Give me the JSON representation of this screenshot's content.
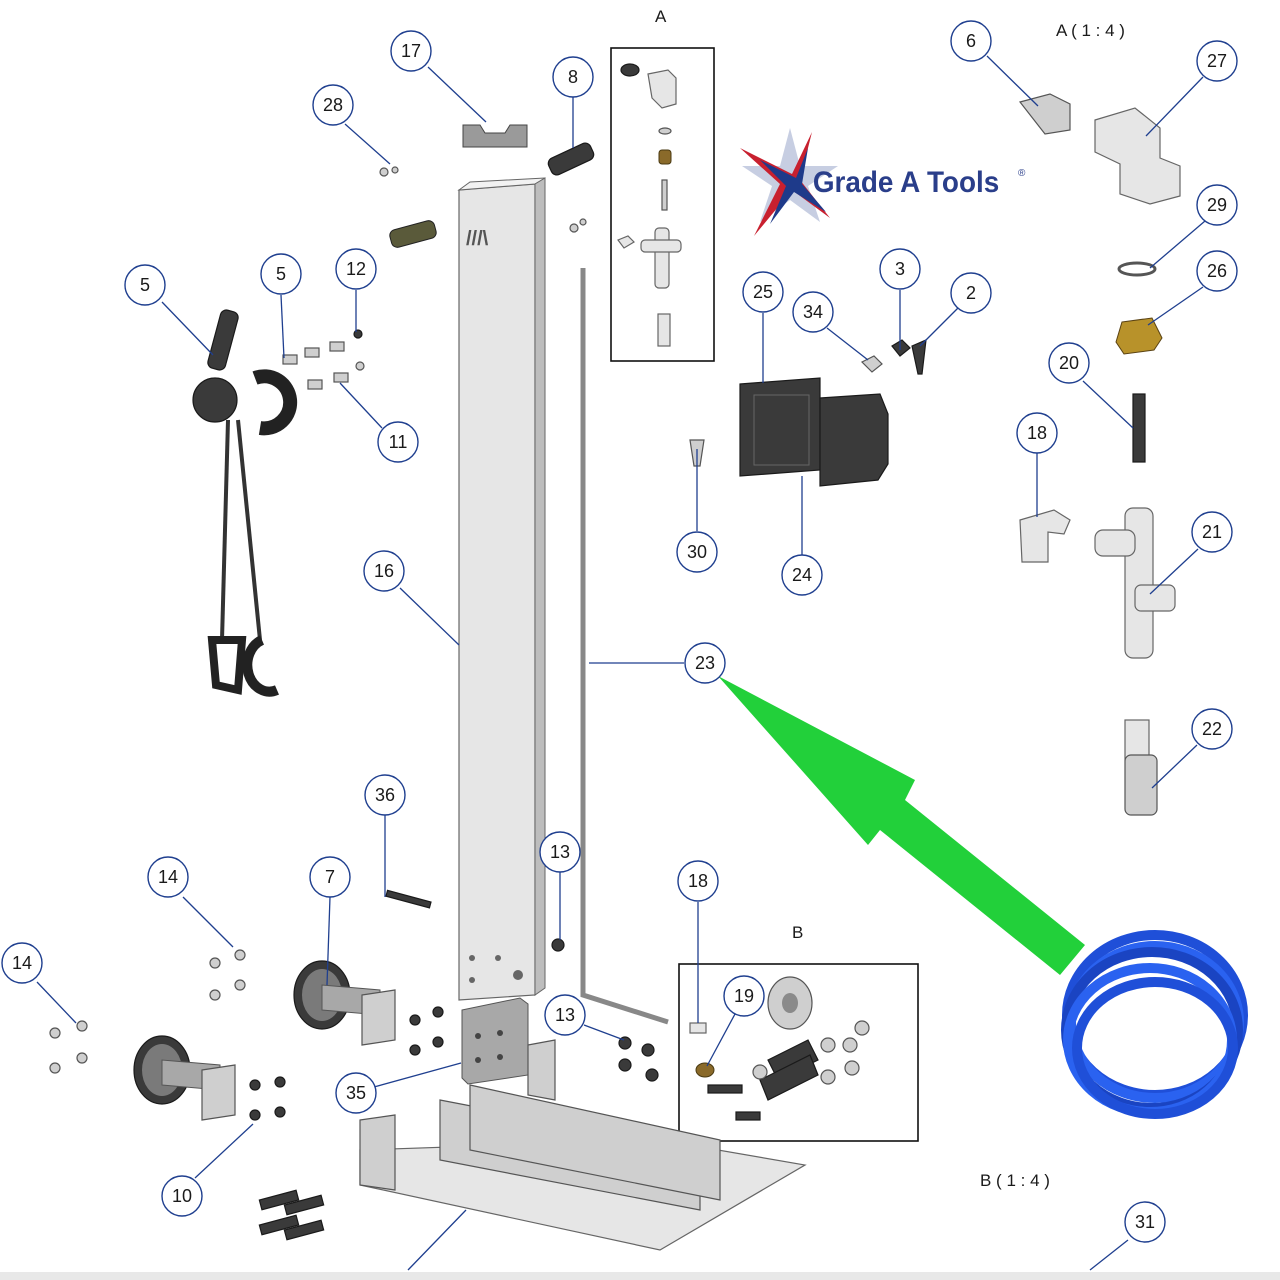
{
  "brand": {
    "logo_text": "Grade A Tools",
    "registered_mark": "®",
    "star_colors": [
      "#c8202f",
      "#1e3a8a"
    ]
  },
  "view_labels": {
    "detail_a": "A",
    "detail_b": "B",
    "scale_a": "A ( 1 : 4 )",
    "scale_b": "B ( 1 : 4 )"
  },
  "callouts": [
    {
      "id": "c17",
      "label": "17"
    },
    {
      "id": "c28",
      "label": "28"
    },
    {
      "id": "c8",
      "label": "8"
    },
    {
      "id": "c6",
      "label": "6"
    },
    {
      "id": "c27",
      "label": "27"
    },
    {
      "id": "c29",
      "label": "29"
    },
    {
      "id": "c26",
      "label": "26"
    },
    {
      "id": "c20",
      "label": "20"
    },
    {
      "id": "c18a",
      "label": "18"
    },
    {
      "id": "c21",
      "label": "21"
    },
    {
      "id": "c22",
      "label": "22"
    },
    {
      "id": "c5a",
      "label": "5"
    },
    {
      "id": "c5b",
      "label": "5"
    },
    {
      "id": "c12",
      "label": "12"
    },
    {
      "id": "c11",
      "label": "11"
    },
    {
      "id": "c25",
      "label": "25"
    },
    {
      "id": "c34",
      "label": "34"
    },
    {
      "id": "c3",
      "label": "3"
    },
    {
      "id": "c2",
      "label": "2"
    },
    {
      "id": "c30",
      "label": "30"
    },
    {
      "id": "c24",
      "label": "24"
    },
    {
      "id": "c16",
      "label": "16"
    },
    {
      "id": "c23",
      "label": "23"
    },
    {
      "id": "c36",
      "label": "36"
    },
    {
      "id": "c13a",
      "label": "13"
    },
    {
      "id": "c18b",
      "label": "18"
    },
    {
      "id": "c19",
      "label": "19"
    },
    {
      "id": "c14a",
      "label": "14"
    },
    {
      "id": "c7",
      "label": "7"
    },
    {
      "id": "c14b",
      "label": "14"
    },
    {
      "id": "c13b",
      "label": "13"
    },
    {
      "id": "c35",
      "label": "35"
    },
    {
      "id": "c10",
      "label": "10"
    },
    {
      "id": "c31",
      "label": "31"
    }
  ],
  "colors": {
    "callout_stroke": "#1f3f8f",
    "arrow_green": "#22d03a",
    "hose_blue": "#1f4fd8"
  }
}
